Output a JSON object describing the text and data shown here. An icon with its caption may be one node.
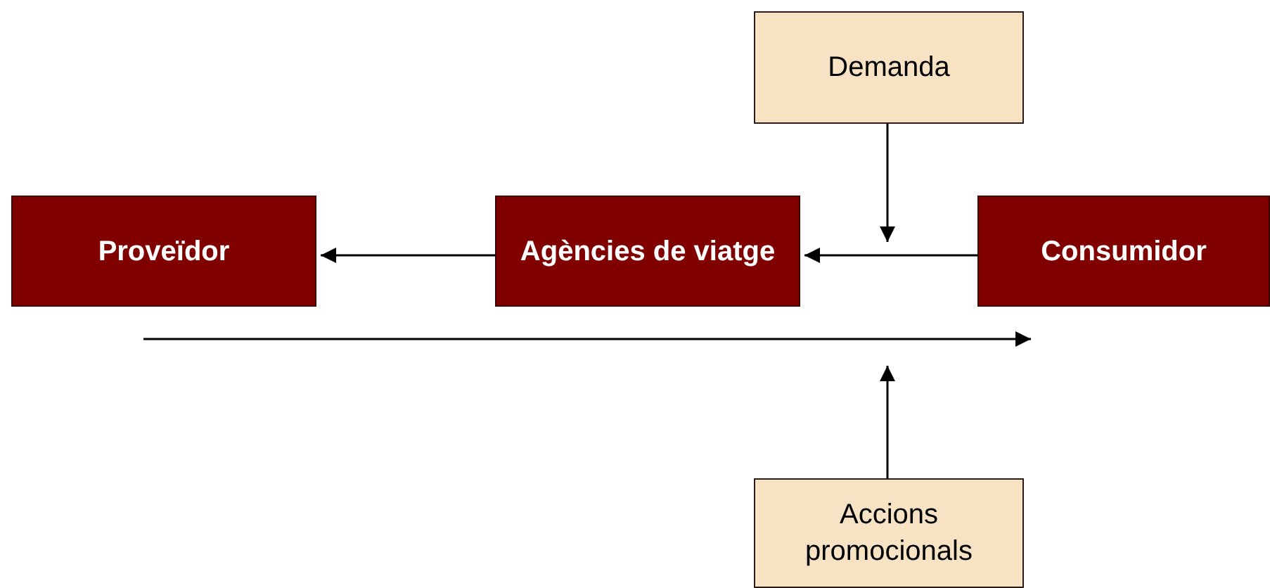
{
  "diagram": {
    "nodes": [
      {
        "text": [
          "Demanda"
        ]
      },
      {
        "text": [
          "Proveïdor"
        ]
      },
      {
        "text": [
          "Agències de viatge"
        ]
      },
      {
        "text": [
          "Consumidor"
        ]
      },
      {
        "text": [
          "Accions promocionals"
        ]
      }
    ],
    "edges": [
      {
        "from": 2,
        "to": 1,
        "arrow": "to"
      },
      {
        "from": 3,
        "to": 2,
        "arrow": "to"
      },
      {
        "from": 0,
        "to": null,
        "arrow": "to"
      },
      {
        "from": 4,
        "to": null,
        "arrow": "to"
      }
    ]
  }
}
